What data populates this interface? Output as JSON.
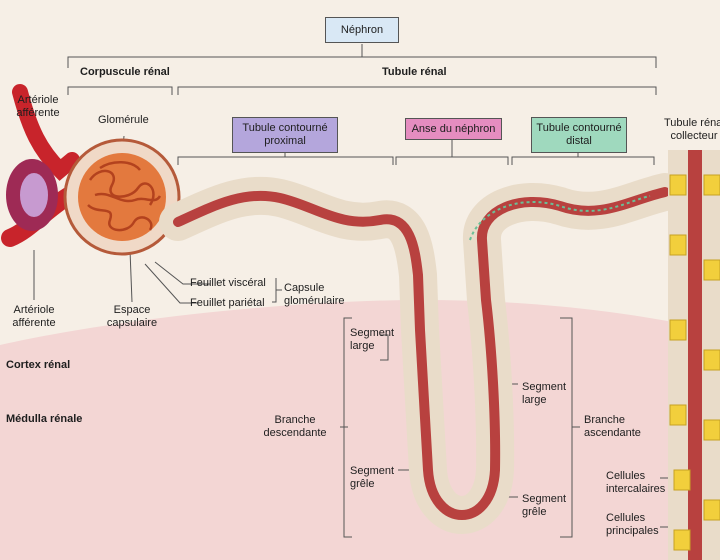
{
  "header": {
    "nephron": "Néphron",
    "corpuscule": "Corpuscule rénal",
    "tubule": "Tubule rénal"
  },
  "segments": {
    "proximal_1": "Tubule contourné",
    "proximal_2": "proximal",
    "anse": "Anse du néphron",
    "distal_1": "Tubule contourné",
    "distal_2": "distal",
    "collecteur_1": "Tubule rénal",
    "collecteur_2": "collecteur"
  },
  "labels": {
    "arteriole_top_1": "Artériole",
    "arteriole_top_2": "afférente",
    "glomerule": "Glomérule",
    "arteriole_bottom_1": "Artériole",
    "arteriole_bottom_2": "afférente",
    "espace_1": "Espace",
    "espace_2": "capsulaire",
    "feuillet_visceral": "Feuillet viscéral",
    "feuillet_parietal": "Feuillet pariétal",
    "capsule_1": "Capsule",
    "capsule_2": "glomérulaire",
    "cortex": "Cortex rénal",
    "medulla": "Médulla rénale",
    "segment_large_left_1": "Segment",
    "segment_large_left_2": "large",
    "branche_desc_1": "Branche",
    "branche_desc_2": "descendante",
    "segment_grele_left_1": "Segment",
    "segment_grele_left_2": "grêle",
    "segment_large_right_1": "Segment",
    "segment_large_right_2": "large",
    "branche_asc_1": "Branche",
    "branche_asc_2": "ascendante",
    "segment_grele_right_1": "Segment",
    "segment_grele_right_2": "grêle",
    "cellules_inter_1": "Cellules",
    "cellules_inter_2": "intercalaires",
    "cellules_princ_1": "Cellules",
    "cellules_princ_2": "principales"
  },
  "colors": {
    "background": "#f6efe6",
    "medulla": "#f3d6d4",
    "tubule_wall": "#e9dcc9",
    "lumen": "#b8413f",
    "vessel": "#c8242b",
    "proximal_box": "#b4a6dc",
    "anse_box": "#e58dc0",
    "distal_box": "#9fd9be",
    "collecteur_cells": "#f2cf3c"
  }
}
